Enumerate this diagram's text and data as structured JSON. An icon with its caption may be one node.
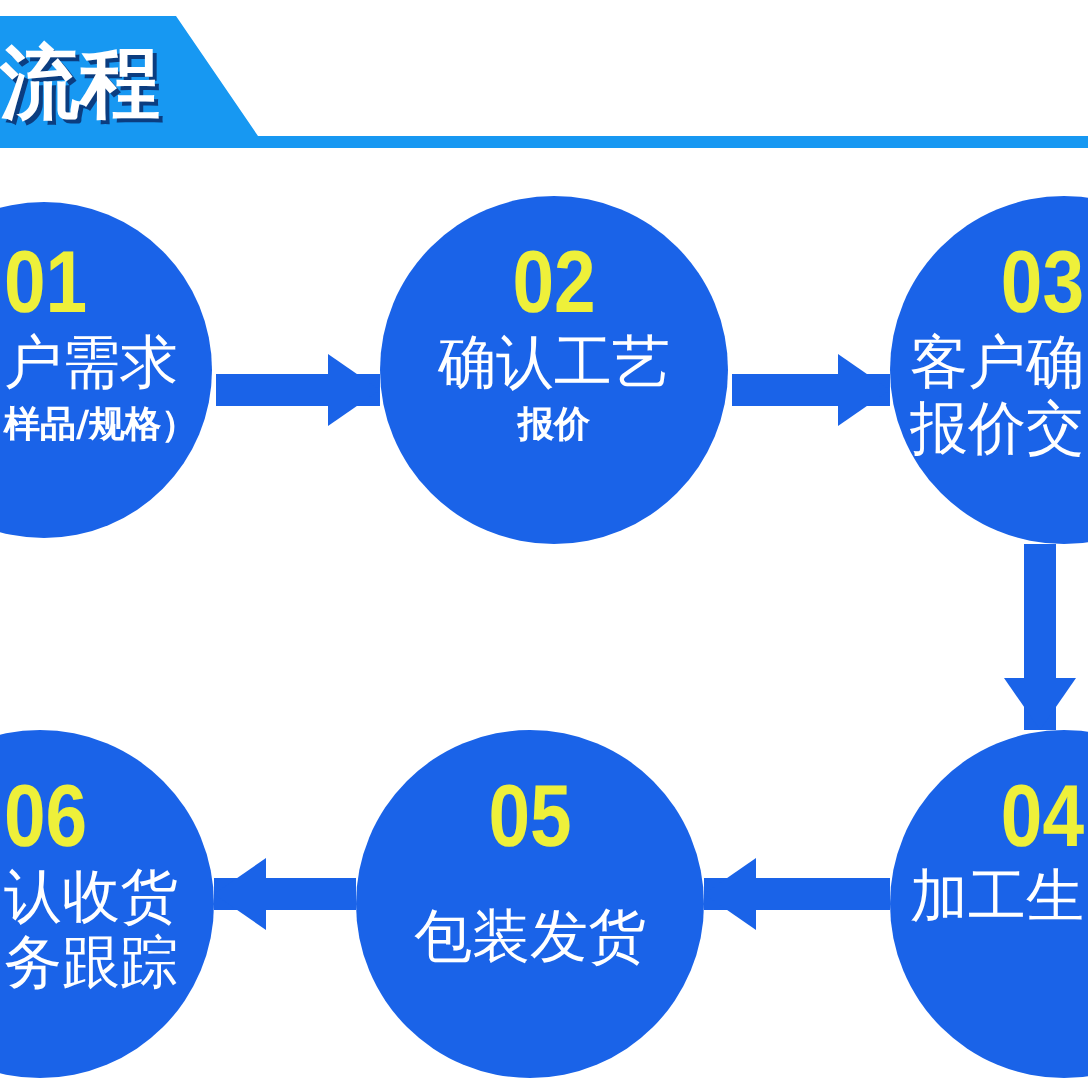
{
  "diagram": {
    "title": "流程",
    "nodes": [
      {
        "text": [
          "01",
          "户需求",
          "样品/规格）"
        ]
      },
      {
        "text": [
          "02",
          "确认工艺",
          "报价"
        ]
      },
      {
        "text": [
          "03",
          "客户确报价交"
        ]
      },
      {
        "text": [
          "04",
          "加工生"
        ]
      },
      {
        "text": [
          "05",
          "包装发货"
        ]
      },
      {
        "text": [
          "06",
          "认收货务跟踪"
        ]
      }
    ],
    "edges": [
      {
        "from": 0,
        "to": 1,
        "arrow": "to"
      },
      {
        "from": 1,
        "to": 2,
        "arrow": "to"
      },
      {
        "from": 2,
        "to": 3,
        "arrow": "to"
      },
      {
        "from": 3,
        "to": 4,
        "arrow": "to"
      },
      {
        "from": 4,
        "to": 5,
        "arrow": "to"
      }
    ]
  }
}
